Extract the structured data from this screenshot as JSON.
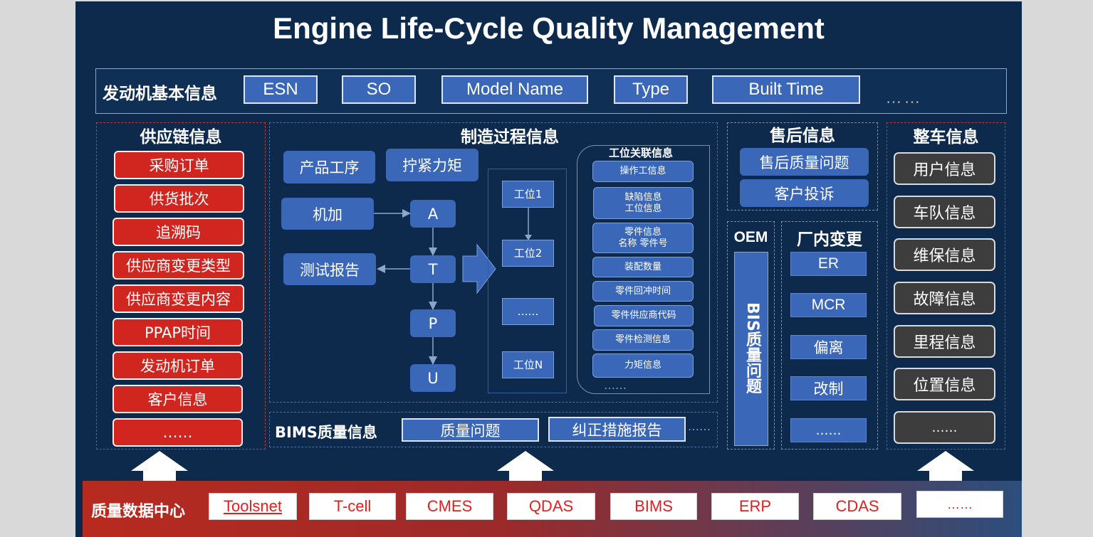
{
  "title": "Engine Life-Cycle Quality Management",
  "basic_info": {
    "label": "发动机基本信息",
    "items": [
      "ESN",
      "SO",
      "Model Name",
      "Type",
      "Built Time"
    ],
    "more": "……"
  },
  "supply_chain": {
    "title": "供应链信息",
    "items": [
      "采购订单",
      "供货批次",
      "追溯码",
      "供应商变更类型",
      "供应商变更内容",
      "PPAP时间",
      "发动机订单",
      "客户信息",
      "……"
    ]
  },
  "manufacturing": {
    "title": "制造过程信息",
    "product_process": "产品工序",
    "torque": "拧紧力矩",
    "machining": "机加",
    "test_report": "测试报告",
    "atpu": [
      "A",
      "T",
      "P",
      "U"
    ],
    "stations": [
      "工位1",
      "工位2",
      "……",
      "工位N"
    ],
    "station_related": {
      "title": "工位关联信息",
      "items": [
        "操作工信息",
        "缺陷信息\n工位信息",
        "零件信息\n名称  零件号",
        "装配数量",
        "零件回冲时间",
        "零件供应商代码",
        "零件检测信息",
        "力矩信息"
      ],
      "more": "……"
    }
  },
  "bims": {
    "label": "BIMS质量信息",
    "items": [
      "质量问题",
      "纠正措施报告"
    ],
    "more": "……"
  },
  "aftersales": {
    "title": "售后信息",
    "items": [
      "售后质量问题",
      "客户投诉"
    ]
  },
  "oem": {
    "title": "OEM",
    "bar": "BIS质量问题"
  },
  "plant_change": {
    "title": "厂内变更",
    "items": [
      "ER",
      "MCR",
      "偏离",
      "改制",
      "……"
    ]
  },
  "vehicle": {
    "title": "整车信息",
    "items": [
      "用户信息",
      "车队信息",
      "维保信息",
      "故障信息",
      "里程信息",
      "位置信息",
      "……"
    ]
  },
  "data_center": {
    "label": "质量数据中心",
    "sources": [
      "Toolsnet",
      "T-cell",
      "CMES",
      "QDAS",
      "BIMS",
      "ERP",
      "CDAS",
      "……"
    ]
  },
  "colors": {
    "background": "#0d2a4d",
    "blue": "#3a67b8",
    "red": "#d1261f",
    "gray": "#3d3d3d"
  }
}
